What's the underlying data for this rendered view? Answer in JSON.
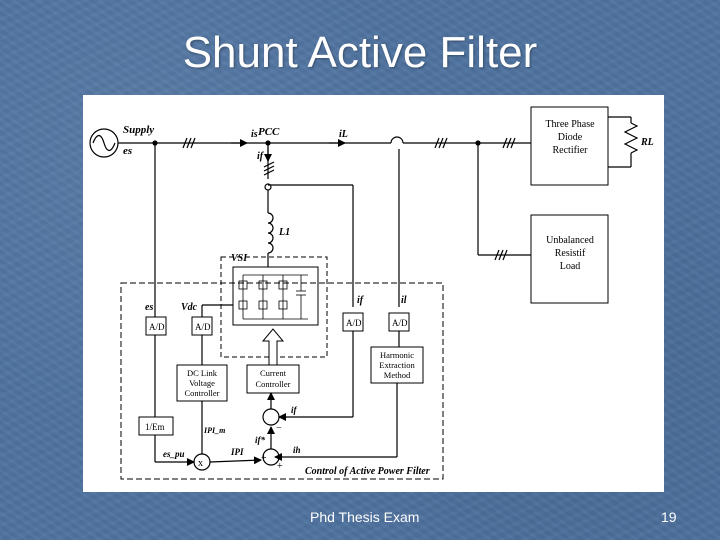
{
  "slide": {
    "title": "Shunt Active Filter",
    "footer": "Phd Thesis Exam",
    "page_number": "19"
  },
  "diagram": {
    "supply": {
      "name": "Supply",
      "voltage": "es"
    },
    "currents": {
      "is": "is",
      "pcc": "PCC",
      "il": "iL",
      "if": "if"
    },
    "inductor": "L1",
    "inverter": "VSI",
    "rectifier": {
      "line1": "Three Phase",
      "line2": "Diode",
      "line3": "Rectifier"
    },
    "load_resistor": "RL",
    "unbalanced_load": {
      "line1": "Unbalanced",
      "line2": "Resistif",
      "line3": "Load"
    },
    "control": {
      "es": "es",
      "vdc": "Vdc",
      "ad": "A/D",
      "if": "if",
      "il": "il",
      "harmonic": {
        "line1": "Harmonic",
        "line2": "Extraction",
        "line3": "Method"
      },
      "dc_link": {
        "line1": "DC Link",
        "line2": "Voltage",
        "line3": "Controller"
      },
      "current_controller": {
        "line1": "Current",
        "line2": "Controller"
      },
      "gain": "1/Em",
      "ipi_m": "IPI_m",
      "es_pu": "es_pu",
      "ipi": "IPI",
      "iref": "if*",
      "ih": "ih",
      "multiply": "x",
      "minus": "−",
      "plus": "+",
      "caption": "Control of Active Power Filter"
    }
  }
}
